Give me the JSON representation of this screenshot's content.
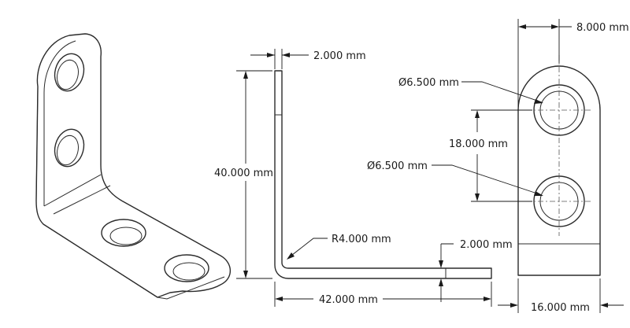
{
  "dimensions": {
    "thickness_top": "2.000 mm",
    "height": "40.000 mm",
    "bend_radius": "R4.000 mm",
    "length": "42.000 mm",
    "thickness_bottom": "2.000 mm",
    "width": "8.000 mm",
    "hole_top": "Ø6.500 mm",
    "hole_spacing": "18.000 mm",
    "hole_bottom": "Ø6.500 mm",
    "overall_width": "16.000 mm"
  }
}
